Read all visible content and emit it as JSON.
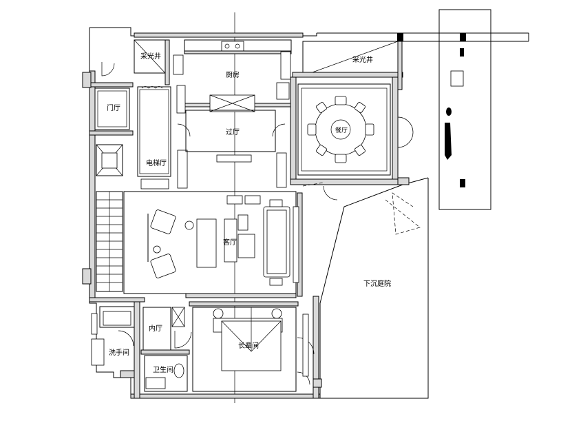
{
  "rooms": {
    "lightwell_left": "采光井",
    "lightwell_right": "采光井",
    "kitchen": "厨房",
    "dining_table": "餐厅",
    "entry": "门厅",
    "elevator": "电梯厅",
    "corridor": "过厅",
    "living": "客厅",
    "inner_hall": "内厅",
    "elder_room": "长辈间",
    "washroom": "洗手间",
    "bathroom": "卫生间",
    "sunken_courtyard": "下沉庭院"
  }
}
